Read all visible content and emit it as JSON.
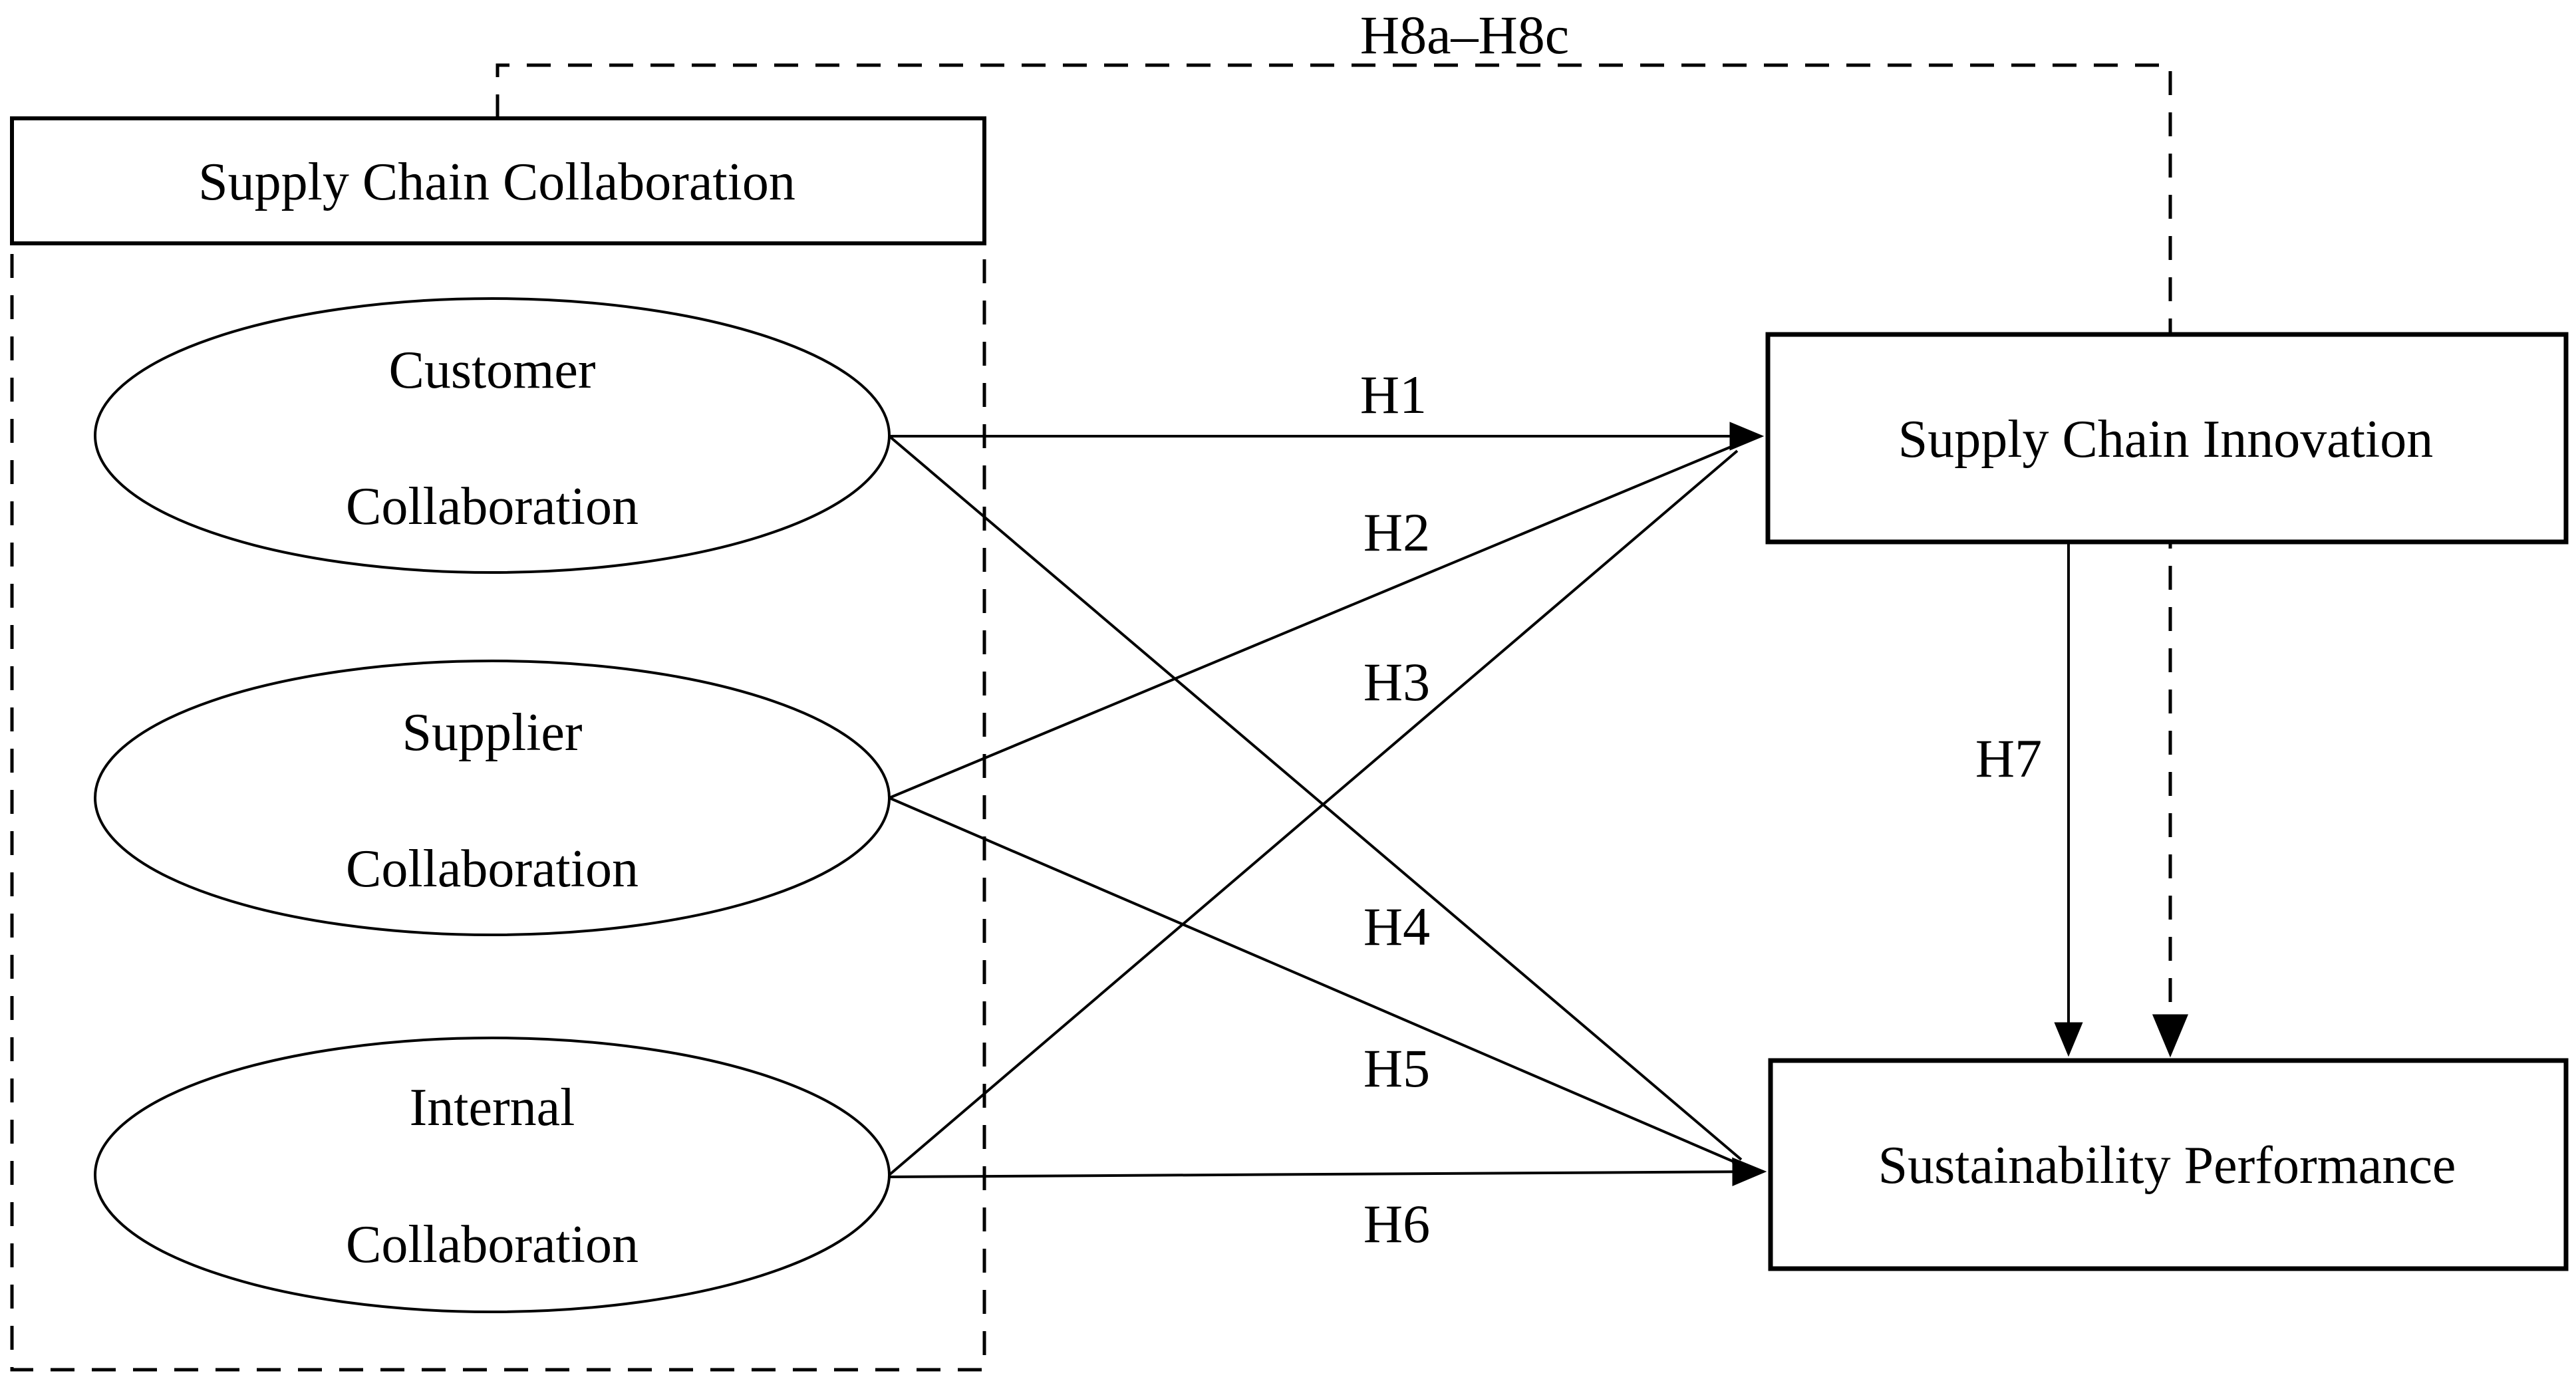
{
  "figure": {
    "colors": {
      "background": "#ffffff",
      "stroke": "#000000"
    },
    "group_box": {
      "label": "Supply Chain Collaboration"
    },
    "constructs": [
      {
        "id": "customer-collaboration",
        "line1": "Customer",
        "line2": "Collaboration"
      },
      {
        "id": "supplier-collaboration",
        "line1": "Supplier",
        "line2": "Collaboration"
      },
      {
        "id": "internal-collaboration",
        "line1": "Internal",
        "line2": "Collaboration"
      }
    ],
    "outcomes": {
      "innovation": {
        "label": "Supply Chain Innovation"
      },
      "sustainability": {
        "label": "Sustainability Performance"
      }
    },
    "hypotheses": {
      "h1": "H1",
      "h2": "H2",
      "h3": "H3",
      "h4": "H4",
      "h5": "H5",
      "h6": "H6",
      "h7": "H7",
      "h8": "H8a–H8c"
    }
  }
}
